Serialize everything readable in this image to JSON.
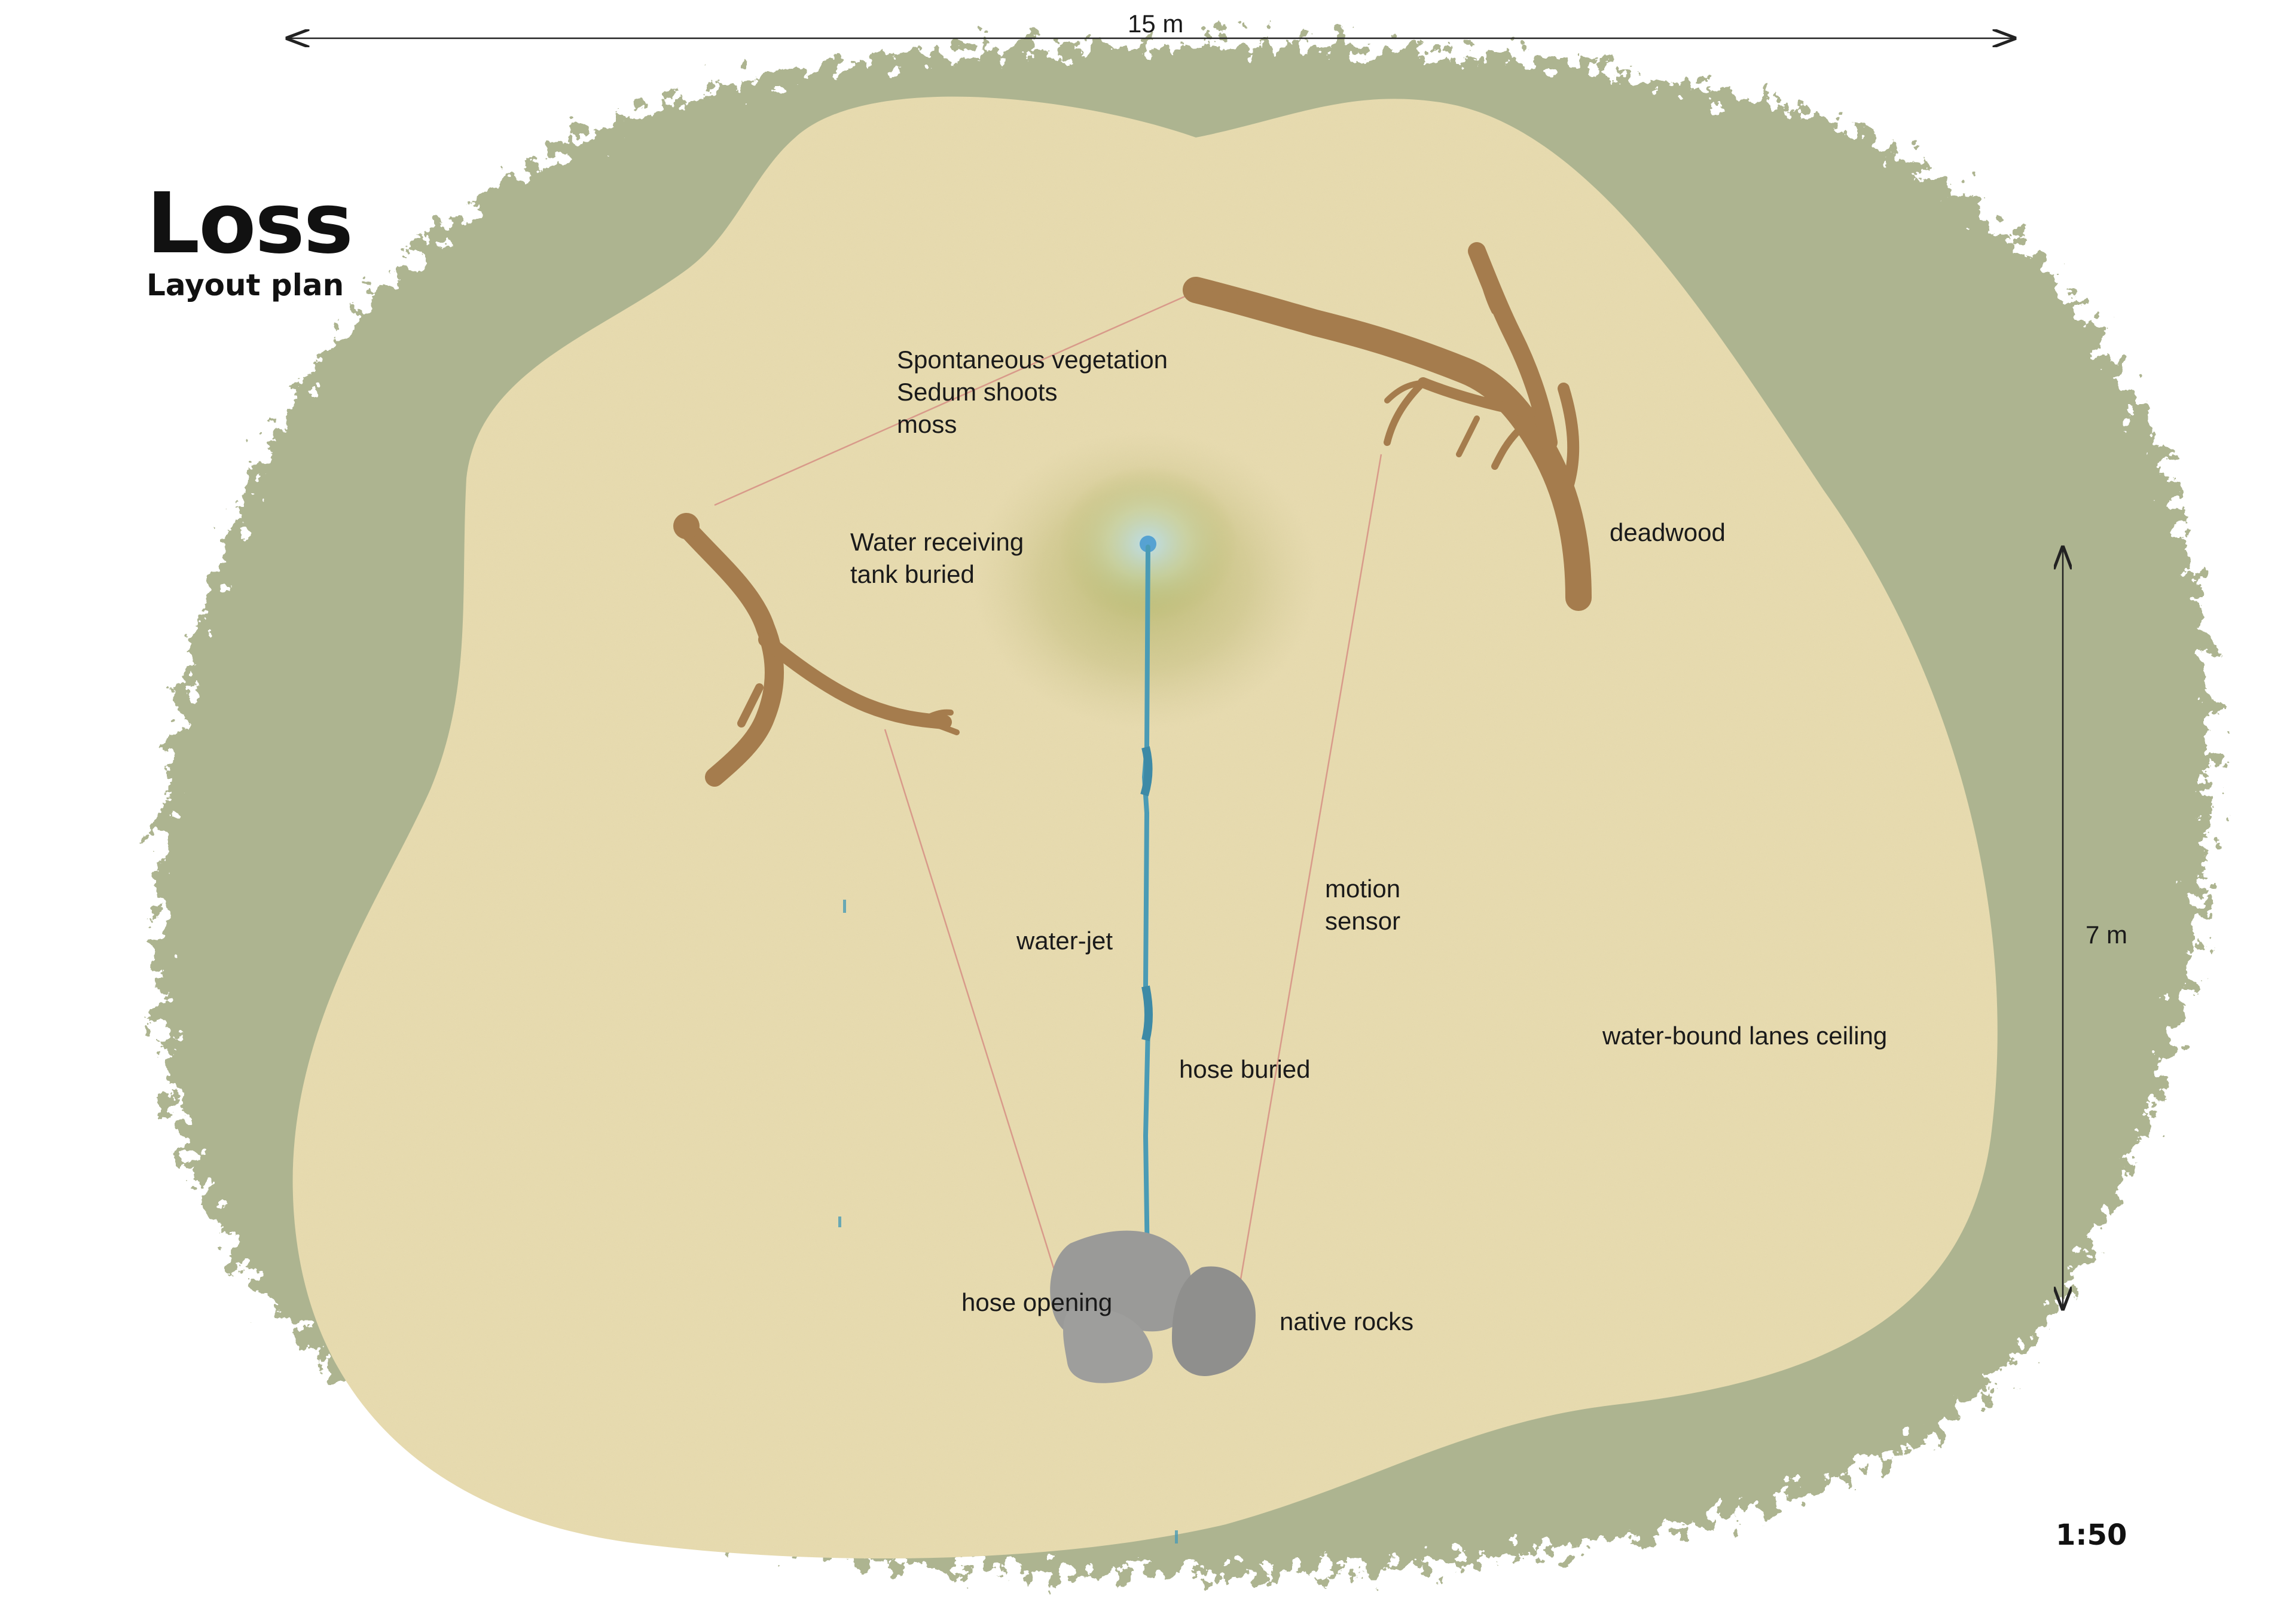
{
  "title": "Loss",
  "subtitle": "Layout plan",
  "scale": "1:50",
  "dimensions": {
    "width": "15 m",
    "depth": "7 m"
  },
  "labels": {
    "vegetation": [
      "Spontaneous vegetation",
      "Sedum shoots",
      "moss"
    ],
    "tank": [
      "Water receiving",
      "tank buried"
    ],
    "deadwood": "deadwood",
    "motion_sensor": [
      "motion",
      "sensor"
    ],
    "water_jet": "water-jet",
    "hose_buried": "hose buried",
    "surface": "water-bound lanes ceiling",
    "hose_opening": "hose opening",
    "native_rocks": "native rocks"
  },
  "colors": {
    "ground": "#e9ddb0",
    "vegetation": "#a9b08a",
    "deadwood": "#a57c4d",
    "water": "#4a9bb5",
    "rocks": "#9a9a98",
    "sensor_lines": "#d89a8a"
  }
}
